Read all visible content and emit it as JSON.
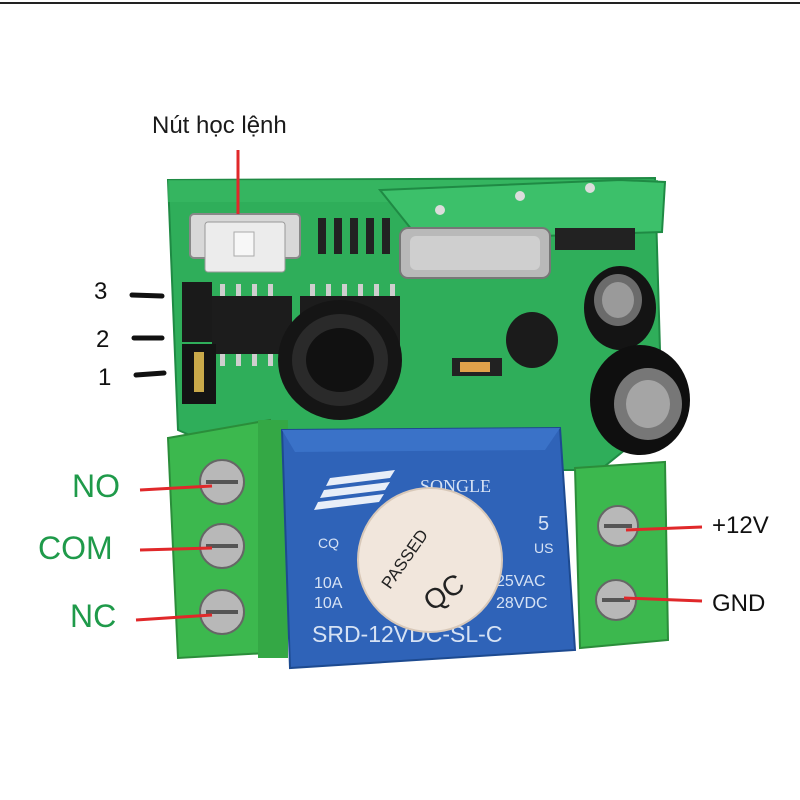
{
  "labels": {
    "learn_button": "Nút học lệnh",
    "pin_3": "3",
    "pin_2": "2",
    "pin_1": "1",
    "no": "NO",
    "com": "COM",
    "nc": "NC",
    "v12": "+12V",
    "gnd": "GND"
  },
  "relay": {
    "brand": "SONGLE",
    "model": "SRD-12VDC-SL-C",
    "rating_1": "10A",
    "rating_2": "10A",
    "rating_3": "25VAC",
    "rating_4": "28VDC",
    "small_5": "5",
    "small_us": "US",
    "cq": "CQ",
    "sticker_passed": "PASSED",
    "sticker_qc": "QC"
  },
  "colors": {
    "green_label": "#1f9a4a",
    "arrow_red": "#e0282a",
    "pcb_green": "#2fae5a",
    "terminal_green": "#3cb84e",
    "relay_blue": "#2f63b8"
  }
}
